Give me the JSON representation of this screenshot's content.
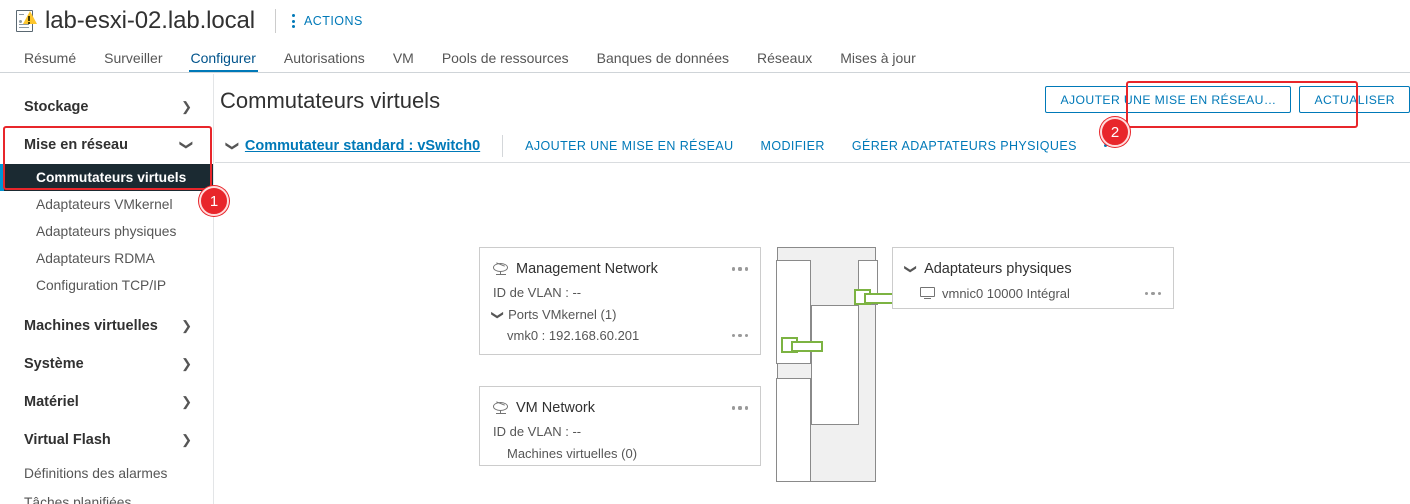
{
  "header": {
    "host_icon": "host-warning-icon",
    "title": "lab-esxi-02.lab.local",
    "kebab_icon": "vertical-kebab-icon",
    "actions_label": "ACTIONS"
  },
  "tabs": [
    {
      "label": "Résumé",
      "active": false
    },
    {
      "label": "Surveiller",
      "active": false
    },
    {
      "label": "Configurer",
      "active": true
    },
    {
      "label": "Autorisations",
      "active": false
    },
    {
      "label": "VM",
      "active": false
    },
    {
      "label": "Pools de ressources",
      "active": false
    },
    {
      "label": "Banques de données",
      "active": false
    },
    {
      "label": "Réseaux",
      "active": false
    },
    {
      "label": "Mises à jour",
      "active": false
    }
  ],
  "sidebar": {
    "groups": [
      {
        "label": "Stockage",
        "chevron": "chevron-right-icon",
        "expanded": false
      },
      {
        "label": "Mise en réseau",
        "chevron": "chevron-down-icon",
        "expanded": true
      }
    ],
    "networking_children": [
      {
        "label": "Commutateurs virtuels",
        "selected": true
      },
      {
        "label": "Adaptateurs VMkernel",
        "selected": false
      },
      {
        "label": "Adaptateurs physiques",
        "selected": false
      },
      {
        "label": "Adaptateurs RDMA",
        "selected": false
      },
      {
        "label": "Configuration TCP/IP",
        "selected": false
      }
    ],
    "groups_after": [
      {
        "label": "Machines virtuelles",
        "chevron": "chevron-right-icon"
      },
      {
        "label": "Système",
        "chevron": "chevron-right-icon"
      },
      {
        "label": "Matériel",
        "chevron": "chevron-right-icon"
      },
      {
        "label": "Virtual Flash",
        "chevron": "chevron-right-icon"
      }
    ],
    "flat_items": [
      {
        "label": "Définitions des alarmes"
      },
      {
        "label": "Tâches planifiées"
      }
    ]
  },
  "main": {
    "title": "Commutateurs virtuels",
    "switch_chevron": "chevron-down-icon",
    "switch_link": "Commutateur standard : vSwitch0",
    "actions": [
      {
        "label": "AJOUTER UNE MISE EN RÉSEAU"
      },
      {
        "label": "MODIFIER"
      },
      {
        "label": "GÉRER ADAPTATEURS PHYSIQUES"
      }
    ],
    "overflow_icon": "horizontal-kebab-icon",
    "buttons": {
      "add_networking": "AJOUTER UNE MISE EN RÉSEAU…",
      "refresh": "ACTUALISER"
    }
  },
  "topology": {
    "portgroups": [
      {
        "icon": "port-group-icon",
        "name": "Management Network",
        "vlan": "ID de VLAN : --",
        "menu_icon": "horizontal-kebab-icon",
        "section_chevron": "chevron-down-icon",
        "section": "Ports VMkernel (1)",
        "entry": "vmk0 : 192.168.60.201",
        "entry_menu_icon": "horizontal-kebab-icon"
      },
      {
        "icon": "port-group-icon",
        "name": "VM Network",
        "vlan": "ID de VLAN : --",
        "menu_icon": "horizontal-kebab-icon",
        "section": "Machines virtuelles (0)"
      }
    ],
    "physical_adapters": {
      "chevron": "chevron-down-icon",
      "title": "Adaptateurs physiques",
      "nic_icon": "network-adapter-icon",
      "nic_label": "vmnic0 10000 Intégral",
      "menu_icon": "horizontal-kebab-icon"
    },
    "port_icon": "switch-port-icon"
  },
  "annotations": [
    {
      "number": "1",
      "target": "sidebar-virtual-switches"
    },
    {
      "number": "2",
      "target": "add-networking-button"
    }
  ],
  "colors": {
    "accent_blue": "#0079b8",
    "annotation_red": "#e8262b",
    "port_green": "#7cb342",
    "selected_bg": "#1b2a32"
  }
}
